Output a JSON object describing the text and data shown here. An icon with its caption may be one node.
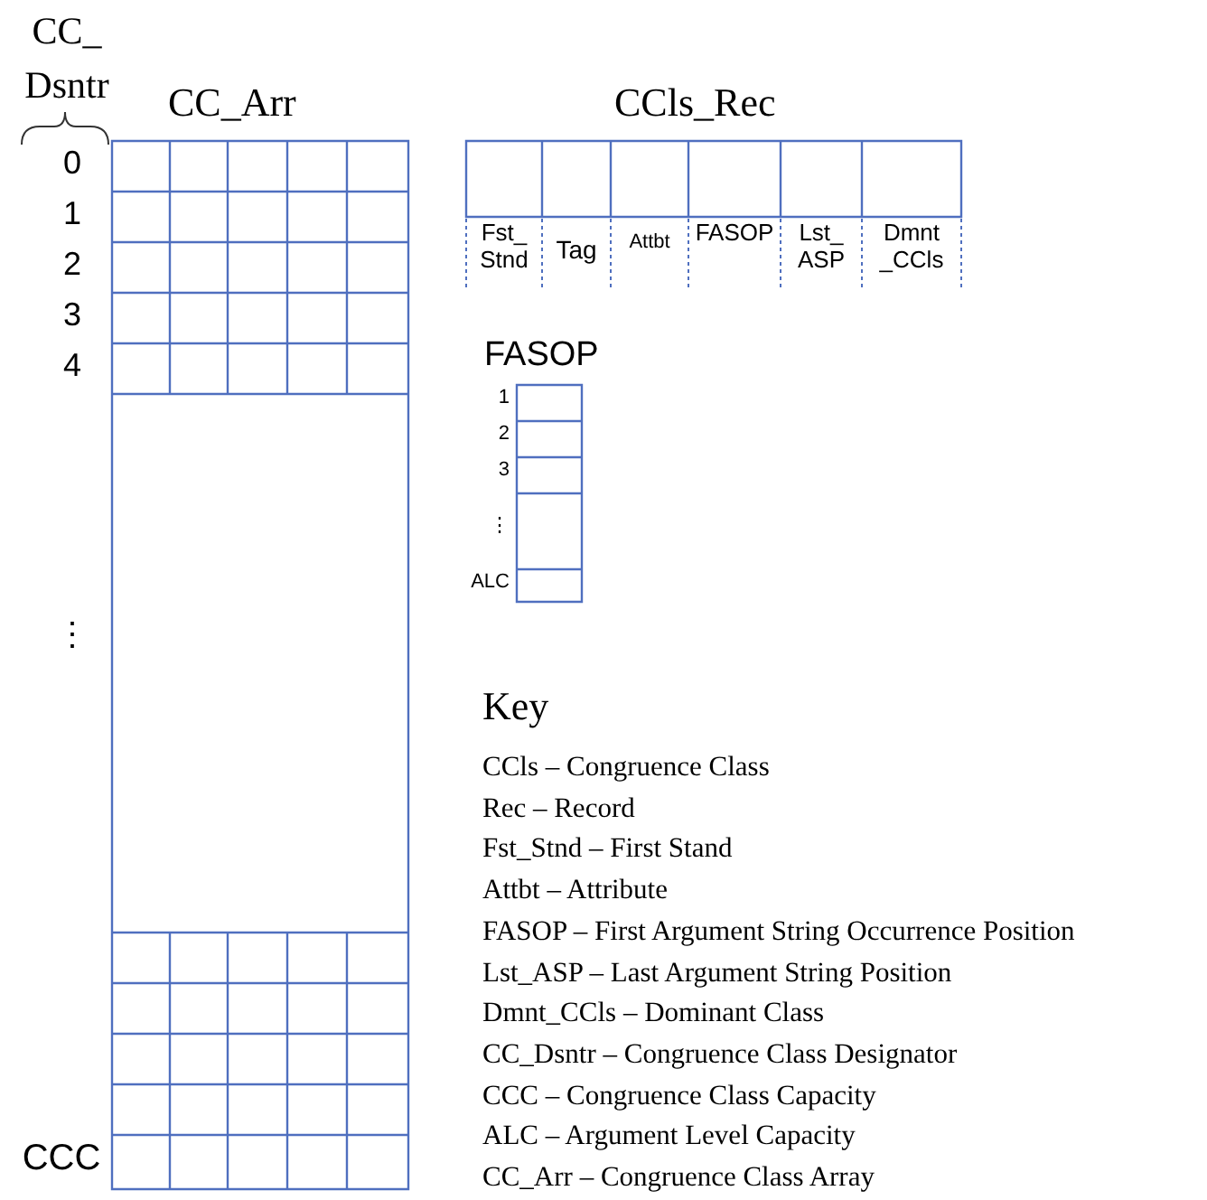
{
  "diagram": {
    "nodes": [
      {
        "text": [
          "CC_Arr"
        ]
      },
      {
        "text": [
          "CCls_Rec"
        ]
      },
      {
        "text": [
          "FASOP"
        ]
      }
    ],
    "labels": [
      "CC_ Dsntr",
      "0",
      "1",
      "2",
      "3",
      "4",
      "⋮",
      "CCC",
      "Fst_ Stnd",
      "Tag",
      "Attbt",
      "FASOP",
      "Lst_ ASP",
      "Dmnt _CCls",
      "1",
      "2",
      "3",
      "⋮",
      "ALC",
      "Key",
      "CCls – Congruence Class",
      "Rec – Record",
      "Fst_Stnd – First Stand",
      "Attbt – Attribute",
      "FASOP – First Argument String Occurrence Position",
      "Lst_ASP – Last Argument String Position",
      "Dmnt_CCls – Dominant Class",
      "CC_Dsntr – Congruence Class Designator",
      "CCC – Congruence Class Capacity",
      "ALC – Argument Level Capacity",
      "CC_Arr – Congruence Class Array"
    ]
  }
}
